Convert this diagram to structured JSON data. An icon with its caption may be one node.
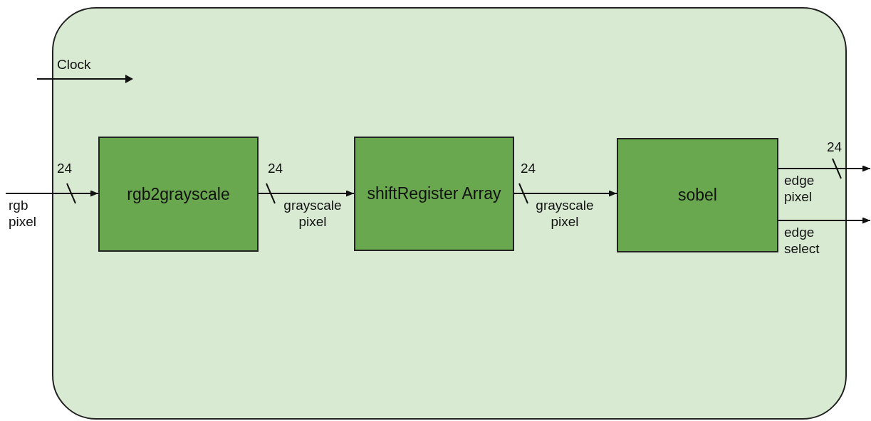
{
  "diagram": {
    "nodes": [
      {
        "text": [],
        "shape": "box"
      },
      {
        "text": [
          "rgb2grayscale"
        ],
        "in": 0
      },
      {
        "text": [
          "shiftRegister Array"
        ],
        "in": 0
      },
      {
        "text": [
          "sobel"
        ],
        "in": 0
      }
    ],
    "edges": [
      {
        "from": null,
        "to": 1,
        "arrow": "to",
        "label": "rgb pixel"
      },
      {
        "from": 1,
        "to": 2,
        "arrow": "to",
        "label": "grayscale pixel"
      },
      {
        "from": 2,
        "to": 3,
        "arrow": "to",
        "label": "grayscale pixel"
      },
      {
        "from": 3,
        "to": null,
        "arrow": "to",
        "label": "edge pixel"
      },
      {
        "from": 3,
        "to": null,
        "arrow": "to",
        "label": "edge select"
      }
    ],
    "labels": [
      "Clock",
      "24",
      "24",
      "24",
      "24"
    ]
  }
}
